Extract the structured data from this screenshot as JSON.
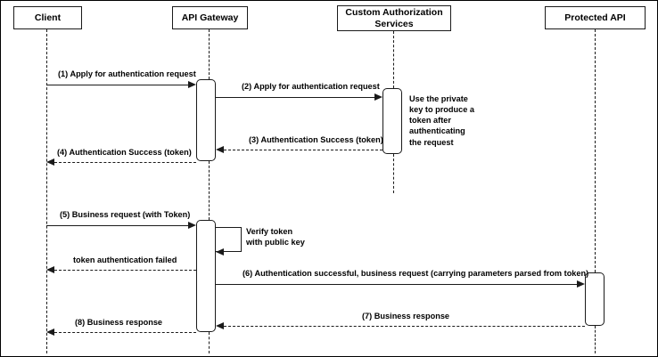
{
  "diagram": {
    "type": "sequence-diagram",
    "title": "API Gateway token authentication sequence",
    "colors": {
      "stroke": "#1a1a1a",
      "background": "#ffffff",
      "text": "#000000"
    },
    "participants": [
      {
        "id": "client",
        "label": "Client"
      },
      {
        "id": "api-gateway",
        "label": "API Gateway"
      },
      {
        "id": "custom-authorization-services",
        "label": "Custom Authorization Services"
      },
      {
        "id": "protected-api",
        "label": "Protected API"
      }
    ],
    "messages": [
      {
        "seq": "1",
        "label": "(1) Apply for authentication request",
        "from": "client",
        "to": "api-gateway",
        "style": "solid",
        "direction": "right"
      },
      {
        "seq": "2",
        "label": "(2) Apply for authentication request",
        "from": "api-gateway",
        "to": "custom-authorization-services",
        "style": "solid",
        "direction": "right"
      },
      {
        "seq": "3",
        "label": "(3) Authentication Success (token)",
        "from": "custom-authorization-services",
        "to": "api-gateway",
        "style": "dashed",
        "direction": "left"
      },
      {
        "seq": "4",
        "label": "(4) Authentication Success (token)",
        "from": "api-gateway",
        "to": "client",
        "style": "dashed",
        "direction": "left"
      },
      {
        "seq": "5",
        "label": "(5) Business request (with Token)",
        "from": "client",
        "to": "api-gateway",
        "style": "solid",
        "direction": "right"
      },
      {
        "seq": "self",
        "label": "Verify token\nwith public key",
        "from": "api-gateway",
        "to": "api-gateway",
        "style": "solid",
        "direction": "self"
      },
      {
        "seq": "fail",
        "label": "token authentication failed",
        "from": "api-gateway",
        "to": "client",
        "style": "dashed",
        "direction": "left"
      },
      {
        "seq": "6",
        "label": "(6) Authentication successful, business request (carrying parameters parsed from token)",
        "from": "api-gateway",
        "to": "protected-api",
        "style": "solid",
        "direction": "right"
      },
      {
        "seq": "7",
        "label": "(7) Business response",
        "from": "protected-api",
        "to": "api-gateway",
        "style": "dashed",
        "direction": "left"
      },
      {
        "seq": "8",
        "label": "(8) Business response",
        "from": "api-gateway",
        "to": "client",
        "style": "dashed",
        "direction": "left"
      }
    ],
    "notes": [
      {
        "id": "private-key-note",
        "attached_to": "custom-authorization-services",
        "text": "Use the private\nkey to produce a\ntoken after\nauthenticating\nthe request"
      }
    ]
  }
}
